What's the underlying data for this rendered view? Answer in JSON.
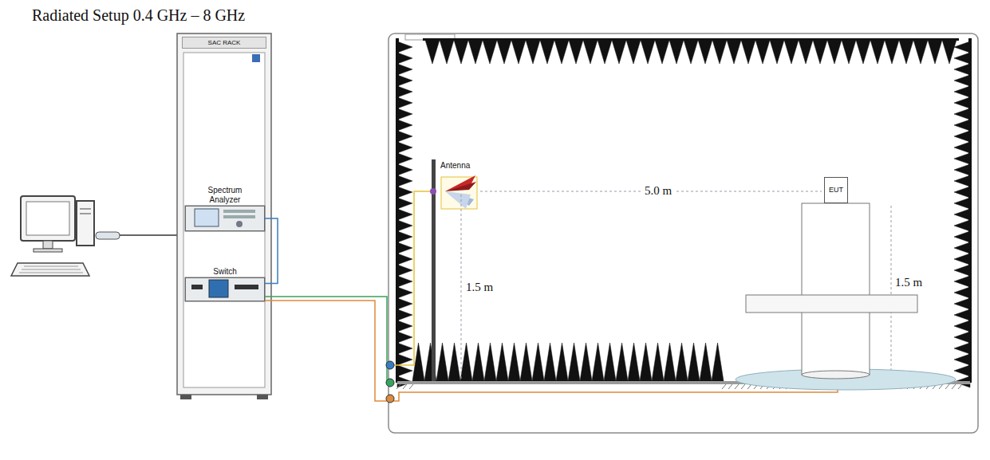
{
  "diagram": {
    "title": "Radiated Setup 0.4 GHz – 8 GHz",
    "nodes": [
      {
        "text": [
          "SAC RACK"
        ]
      },
      {
        "text": [
          "Spectrum Analyzer"
        ],
        "in": 0
      },
      {
        "text": [
          "Switch"
        ],
        "in": 0
      },
      {
        "text": [
          "EUT"
        ]
      }
    ],
    "edges": [
      {
        "from": 1,
        "to": 2,
        "arrow": "none"
      }
    ],
    "labels": [
      "Antenna",
      "5.0 m",
      "1.5 m",
      "1.5 m"
    ]
  }
}
